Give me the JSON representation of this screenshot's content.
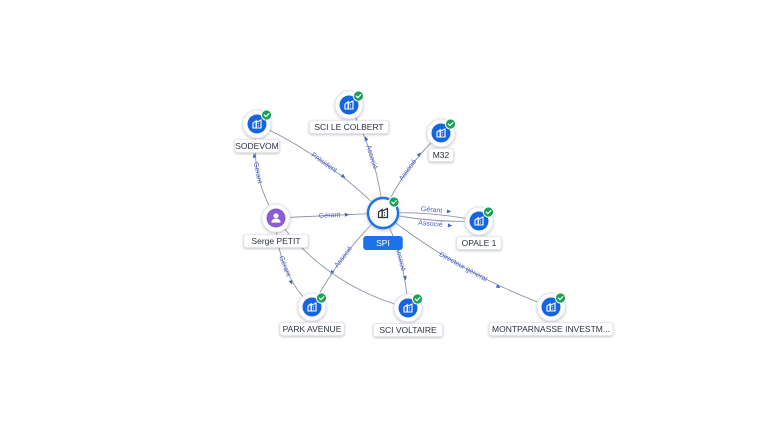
{
  "colors": {
    "company": "#1565e0",
    "person": "#8a5bd6",
    "check": "#1aa156",
    "edge": "#8a94a6",
    "edge_label": "#4a62c8",
    "center_label_bg": "#1a73e8"
  },
  "nodes": [
    {
      "id": "spi",
      "label": "SPI",
      "type": "company",
      "icon": "building-icon",
      "verified": true,
      "center": true
    },
    {
      "id": "sodevom",
      "label": "SODEVOM",
      "type": "company",
      "icon": "building-icon",
      "verified": true
    },
    {
      "id": "sci-le-colbert",
      "label": "SCI LE COLBERT",
      "type": "company",
      "icon": "building-icon",
      "verified": true
    },
    {
      "id": "m32",
      "label": "M32",
      "type": "company",
      "icon": "building-icon",
      "verified": true
    },
    {
      "id": "serge-petit",
      "label": "Serge PETIT",
      "type": "person",
      "icon": "person-icon",
      "verified": false
    },
    {
      "id": "opale-1",
      "label": "OPALE 1",
      "type": "company",
      "icon": "building-icon",
      "verified": true
    },
    {
      "id": "park-avenue",
      "label": "PARK AVENUE",
      "type": "company",
      "icon": "building-icon",
      "verified": true
    },
    {
      "id": "sci-voltaire",
      "label": "SCI VOLTAIRE",
      "type": "company",
      "icon": "building-icon",
      "verified": true
    },
    {
      "id": "montparnasse",
      "label": "MONTPARNASSE INVESTM...",
      "type": "company",
      "icon": "building-icon",
      "verified": true
    }
  ],
  "edges": [
    {
      "from": "spi",
      "to": "sci-le-colbert",
      "label": "Associé"
    },
    {
      "from": "spi",
      "to": "m32",
      "label": "Associé"
    },
    {
      "from": "serge-petit",
      "to": "spi",
      "label": "Gérant"
    },
    {
      "from": "spi",
      "to": "opale-1",
      "label": "Gérant"
    },
    {
      "from": "spi",
      "to": "opale-1",
      "label": "Associé"
    },
    {
      "from": "spi",
      "to": "park-avenue",
      "label": "Associé"
    },
    {
      "from": "spi",
      "to": "sci-voltaire",
      "label": "Associé"
    },
    {
      "from": "spi",
      "to": "montparnasse",
      "label": "Directeur général"
    },
    {
      "from": "serge-petit",
      "to": "sodevom",
      "label": "Gérant"
    },
    {
      "from": "sodevom",
      "to": "spi",
      "label": "Président"
    },
    {
      "from": "serge-petit",
      "to": "park-avenue",
      "label": "Gérant"
    },
    {
      "from": "serge-petit",
      "to": "sci-voltaire",
      "label": ""
    }
  ]
}
